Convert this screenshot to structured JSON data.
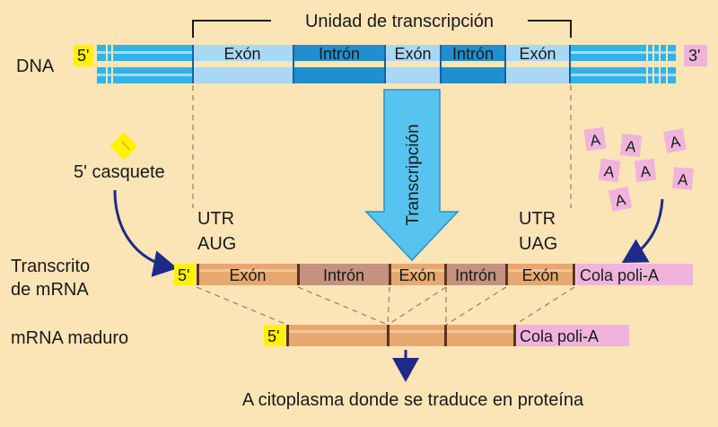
{
  "dna": {
    "label": "DNA",
    "five_prime": "5'",
    "three_prime": "3'",
    "transcription_unit_label": "Unidad de transcripción",
    "segments": [
      "Exón",
      "Intrón",
      "Exón",
      "Intrón",
      "Exón"
    ]
  },
  "transcription_arrow_label": "Transcripción",
  "cap": {
    "label": "5' casquete"
  },
  "poly_a": {
    "letters": [
      "A",
      "A",
      "A",
      "A",
      "A",
      "A",
      "A"
    ]
  },
  "utr_left": {
    "line1": "UTR",
    "line2": "AUG"
  },
  "utr_right": {
    "line1": "UTR",
    "line2": "UAG"
  },
  "transcript": {
    "label_line1": "Transcrito",
    "label_line2": "de mRNA",
    "five_prime": "5'",
    "segments": [
      "Exón",
      "Intrón",
      "Exón",
      "Intrón",
      "Exón"
    ],
    "tail": "Cola poli-A"
  },
  "mature": {
    "label": "mRNA maduro",
    "five_prime": "5'",
    "tail": "Cola poli-A"
  },
  "footer": "A citoplasma donde se traduce en proteína",
  "colors": {
    "background": "#fbe4b6",
    "dna_blue": "#2fb4e8",
    "dna_light": "#a9d8f4",
    "dna_dark": "#1f8fcf",
    "rna": "#e6a870",
    "rna_intron": "#c4927f",
    "cap_yellow": "#fff200",
    "poly_a_pink": "#f0b4dc",
    "arrow_navy": "#1e2a8a",
    "transcription_arrow": "#56c4ee"
  }
}
